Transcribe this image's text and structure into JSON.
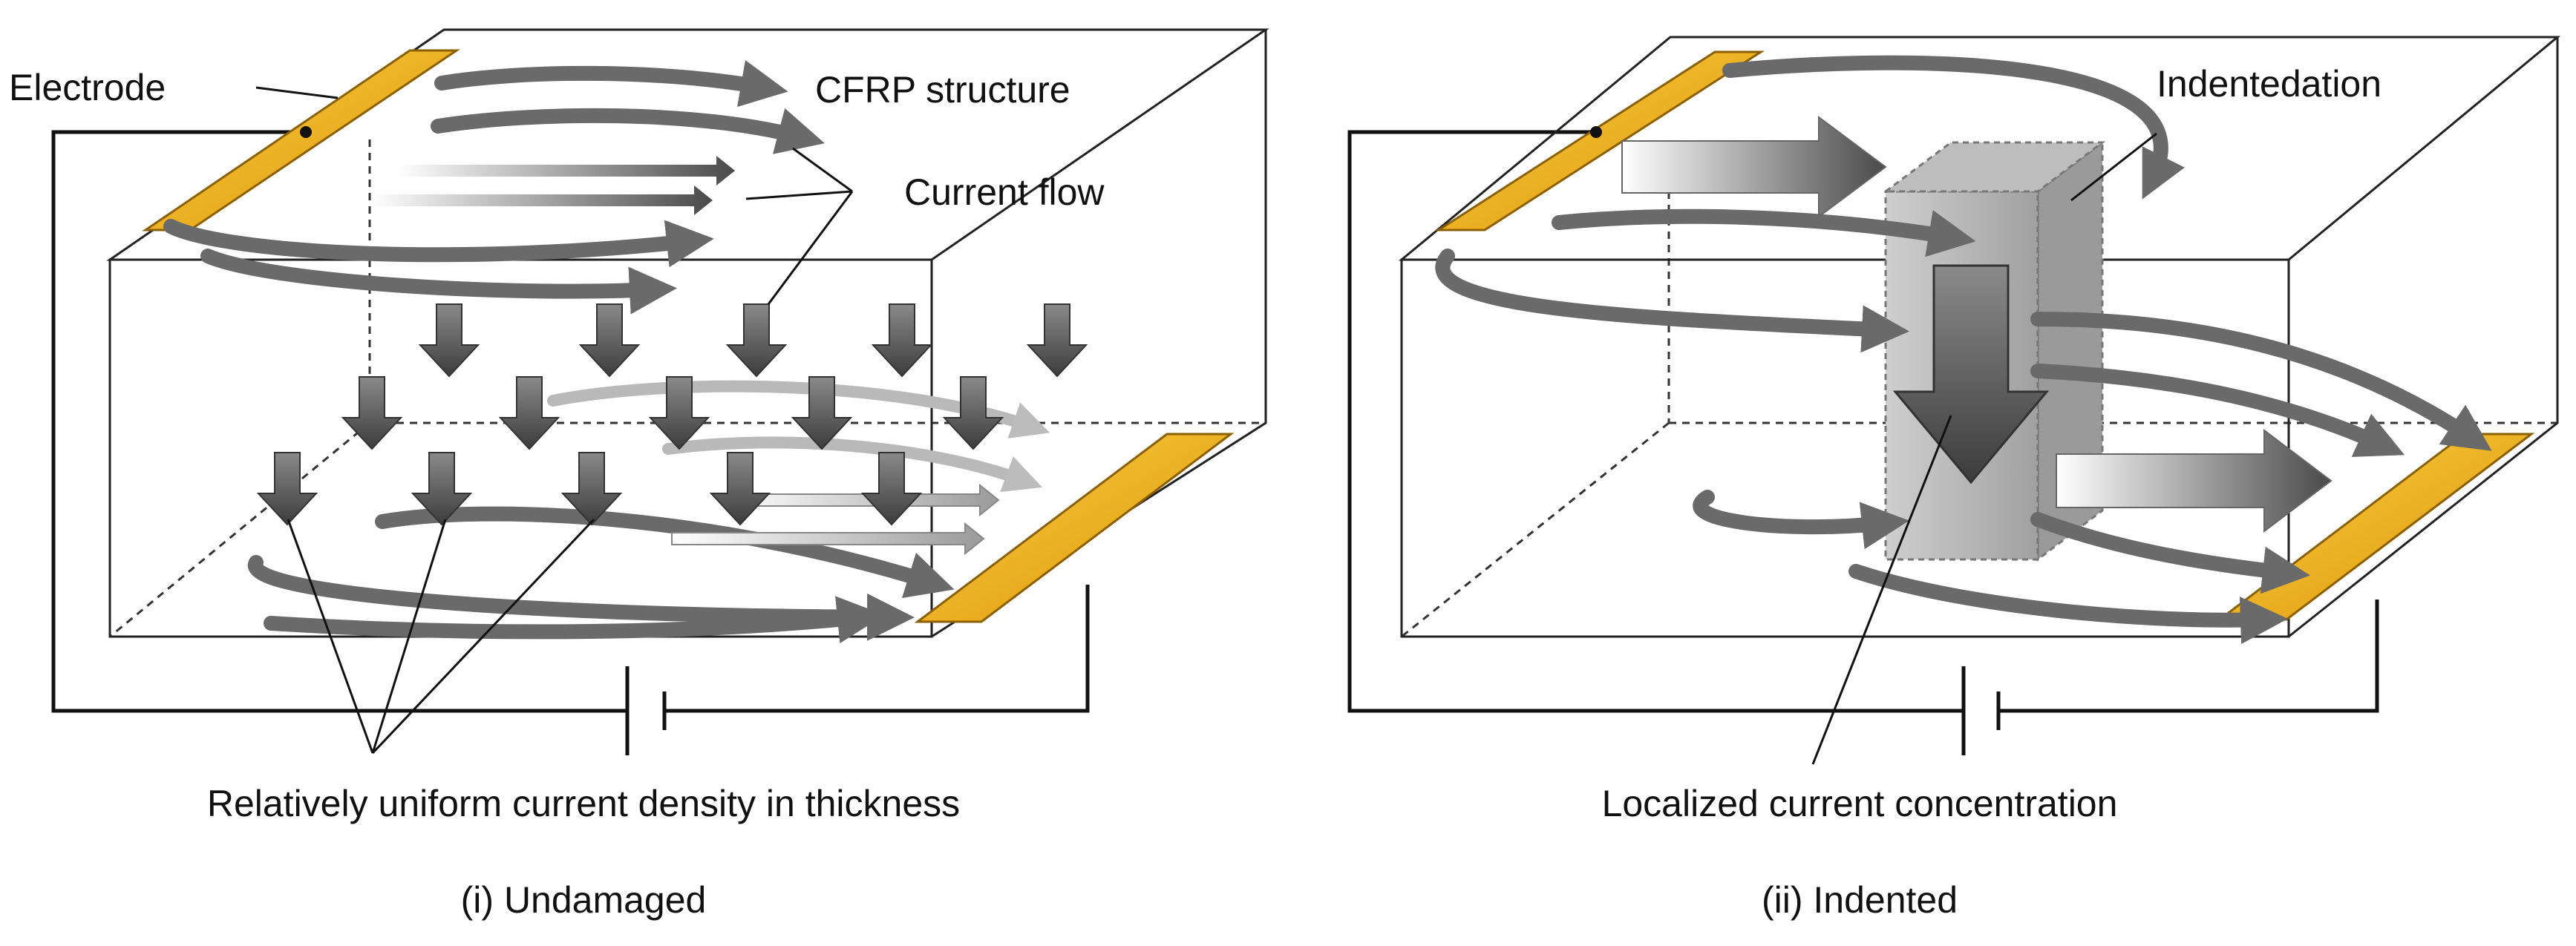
{
  "colors": {
    "electrode": "#e8a800",
    "electrode_edge": "#8a6000",
    "arrow_dark": "#5e5e5e",
    "arrow_light": "#c8c8c8",
    "indent_block": "#a8a8a8"
  },
  "panels": [
    {
      "caption": "(i) Undamaged",
      "labels": {
        "electrode": "Electrode",
        "structure": "CFRP structure",
        "flow": "Current flow",
        "bottom": "Relatively uniform current density in thickness"
      }
    },
    {
      "caption": "(ii) Indented",
      "labels": {
        "indent": "Indentedation",
        "bottom": "Localized current concentration"
      }
    }
  ]
}
